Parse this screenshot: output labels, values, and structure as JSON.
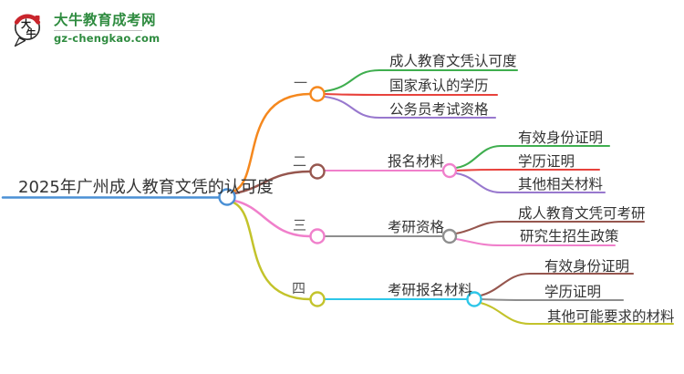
{
  "logo": {
    "badge_char_top": "大",
    "badge_char_bottom": "牛",
    "site_name": "大牛教育成考网",
    "site_domain": "gz-chengkao.com"
  },
  "palette": {
    "blue": "#4a90d5",
    "orange": "#f5881e",
    "brown": "#96564e",
    "pink": "#f07fcb",
    "olive": "#c3c32b",
    "green": "#3fae4f",
    "red": "#e8423c",
    "purple": "#9878ce",
    "cyan": "#2dc6e8",
    "gray": "#8e8e8e",
    "logo_green": "#2e8b3f",
    "logo_red": "#c9252c",
    "ink": "#2a2a2a",
    "text": "#333333"
  },
  "mindmap": {
    "root": "2025年广州成人教育文凭的认可度",
    "branches": [
      {
        "label": "一",
        "children": [
          "成人教育文凭认可度",
          "国家承认的学历",
          "公务员考试资格"
        ]
      },
      {
        "label": "二",
        "topic": "报名材料",
        "children": [
          "有效身份证明",
          "学历证明",
          "其他相关材料"
        ]
      },
      {
        "label": "三",
        "topic": "考研资格",
        "children": [
          "成人教育文凭可考研",
          "研究生招生政策"
        ]
      },
      {
        "label": "四",
        "topic": "考研报名材料",
        "children": [
          "有效身份证明",
          "学历证明",
          "其他可能要求的材料"
        ]
      }
    ]
  }
}
